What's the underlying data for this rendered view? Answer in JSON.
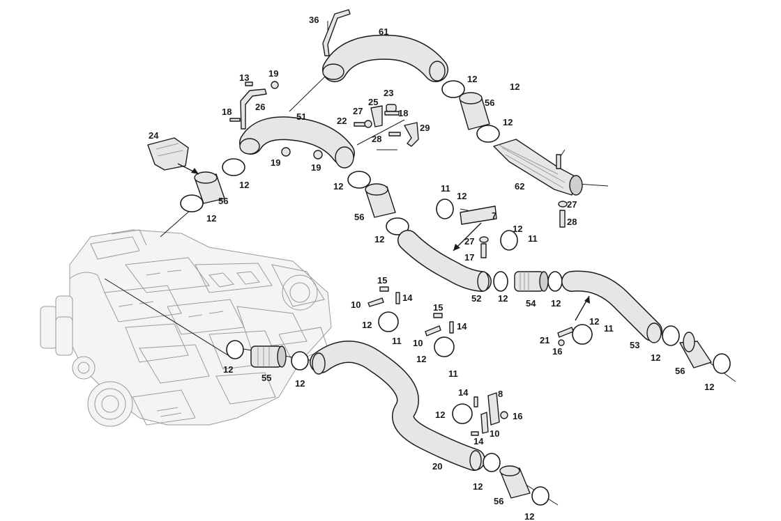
{
  "diagram": {
    "callouts": [
      {
        "id": "36",
        "text": "36"
      },
      {
        "id": "61",
        "text": "61"
      },
      {
        "id": "13",
        "text": "13"
      },
      {
        "id": "19a",
        "text": "19"
      },
      {
        "id": "26",
        "text": "26"
      },
      {
        "id": "18a",
        "text": "18"
      },
      {
        "id": "51",
        "text": "51"
      },
      {
        "id": "23",
        "text": "23"
      },
      {
        "id": "25",
        "text": "25"
      },
      {
        "id": "27a",
        "text": "27"
      },
      {
        "id": "22",
        "text": "22"
      },
      {
        "id": "18b",
        "text": "18"
      },
      {
        "id": "29",
        "text": "29"
      },
      {
        "id": "28a",
        "text": "28"
      },
      {
        "id": "24",
        "text": "24"
      },
      {
        "id": "19b",
        "text": "19"
      },
      {
        "id": "19c",
        "text": "19"
      },
      {
        "id": "12a",
        "text": "12"
      },
      {
        "id": "12b",
        "text": "12"
      },
      {
        "id": "56a",
        "text": "56"
      },
      {
        "id": "12c",
        "text": "12"
      },
      {
        "id": "12d",
        "text": "12"
      },
      {
        "id": "56b",
        "text": "56"
      },
      {
        "id": "12e",
        "text": "12"
      },
      {
        "id": "12f",
        "text": "12"
      },
      {
        "id": "56c",
        "text": "56"
      },
      {
        "id": "12g",
        "text": "12"
      },
      {
        "id": "62",
        "text": "62"
      },
      {
        "id": "27b",
        "text": "27"
      },
      {
        "id": "28b",
        "text": "28"
      },
      {
        "id": "11a",
        "text": "11"
      },
      {
        "id": "12h",
        "text": "12"
      },
      {
        "id": "7",
        "text": "7"
      },
      {
        "id": "12i",
        "text": "12"
      },
      {
        "id": "11b",
        "text": "11"
      },
      {
        "id": "27c",
        "text": "27"
      },
      {
        "id": "17",
        "text": "17"
      },
      {
        "id": "52",
        "text": "52"
      },
      {
        "id": "12j",
        "text": "12"
      },
      {
        "id": "54",
        "text": "54"
      },
      {
        "id": "12k",
        "text": "12"
      },
      {
        "id": "15a",
        "text": "15"
      },
      {
        "id": "10a",
        "text": "10"
      },
      {
        "id": "14a",
        "text": "14"
      },
      {
        "id": "12l",
        "text": "12"
      },
      {
        "id": "11c",
        "text": "11"
      },
      {
        "id": "15b",
        "text": "15"
      },
      {
        "id": "14b",
        "text": "14"
      },
      {
        "id": "10b",
        "text": "10"
      },
      {
        "id": "12m",
        "text": "12"
      },
      {
        "id": "11d",
        "text": "11"
      },
      {
        "id": "21",
        "text": "21"
      },
      {
        "id": "16a",
        "text": "16"
      },
      {
        "id": "12n",
        "text": "12"
      },
      {
        "id": "11e",
        "text": "11"
      },
      {
        "id": "53",
        "text": "53"
      },
      {
        "id": "12o",
        "text": "12"
      },
      {
        "id": "56d",
        "text": "56"
      },
      {
        "id": "12p",
        "text": "12"
      },
      {
        "id": "12q",
        "text": "12"
      },
      {
        "id": "55",
        "text": "55"
      },
      {
        "id": "12r",
        "text": "12"
      },
      {
        "id": "14c",
        "text": "14"
      },
      {
        "id": "8",
        "text": "8"
      },
      {
        "id": "12s",
        "text": "12"
      },
      {
        "id": "16b",
        "text": "16"
      },
      {
        "id": "14d",
        "text": "14"
      },
      {
        "id": "10c",
        "text": "10"
      },
      {
        "id": "20",
        "text": "20"
      },
      {
        "id": "12t",
        "text": "12"
      },
      {
        "id": "56e",
        "text": "56"
      },
      {
        "id": "12u",
        "text": "12"
      }
    ]
  }
}
